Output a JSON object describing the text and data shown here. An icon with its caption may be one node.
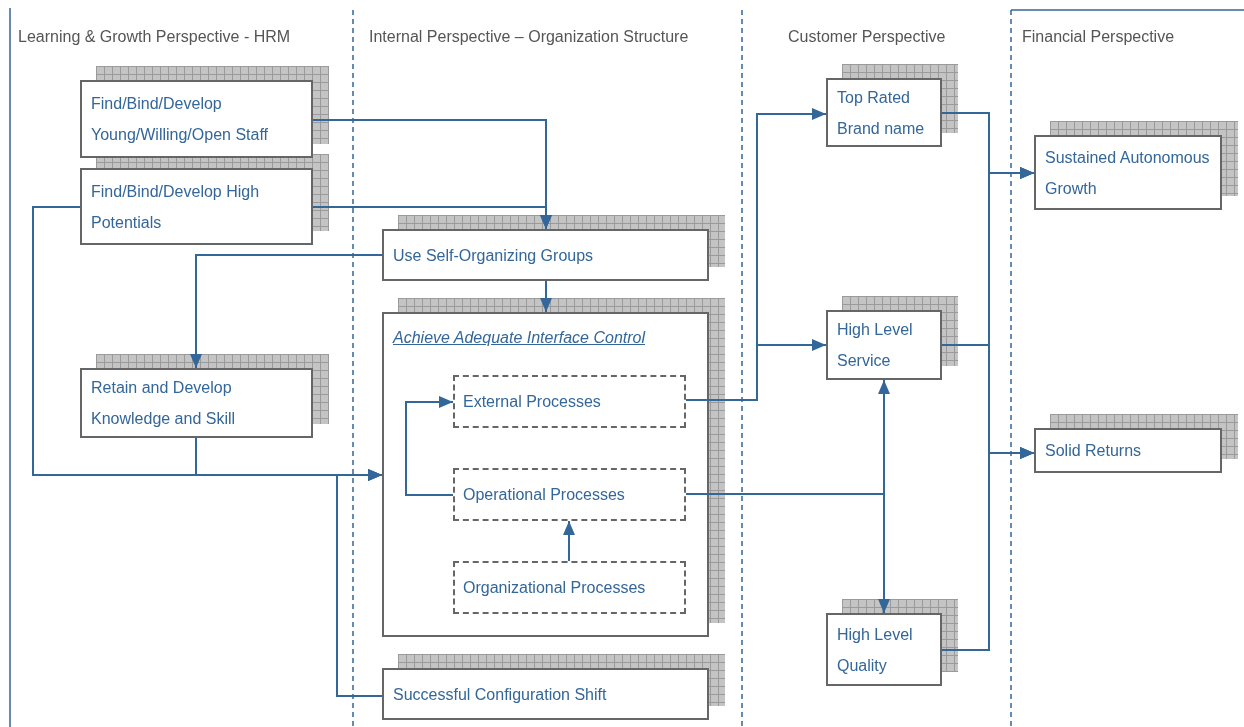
{
  "diagram": {
    "nodes": [
      {
        "text": [
          "Find/Bind/Develop Young/Willing/Open Staff"
        ]
      },
      {
        "text": [
          "Find/Bind/Develop High Potentials"
        ]
      },
      {
        "text": [
          "Use Self-Organizing Groups"
        ]
      },
      {
        "text": [
          "Achieve Adequate Interface Control"
        ]
      },
      {
        "text": [
          "External Processes"
        ],
        "in": 3
      },
      {
        "text": [
          "Operational Processes"
        ],
        "in": 3
      },
      {
        "text": [
          "Organizational Processes"
        ],
        "in": 3
      },
      {
        "text": [
          "Successful Configuration Shift"
        ]
      },
      {
        "text": [
          "Retain and Develop Knowledge and Skill"
        ]
      },
      {
        "text": [
          "Top Rated Brand name"
        ]
      },
      {
        "text": [
          "High Level Service"
        ]
      },
      {
        "text": [
          "High Level Quality"
        ]
      },
      {
        "text": [
          "Sustained Autonomous Growth"
        ]
      },
      {
        "text": [
          "Solid Returns"
        ]
      }
    ],
    "edges": [
      {
        "from": 0,
        "to": 2,
        "arrow": "to"
      },
      {
        "from": 1,
        "to": 2,
        "arrow": "to"
      },
      {
        "from": 1,
        "to": 3,
        "arrow": "to"
      },
      {
        "from": 8,
        "to": 3,
        "arrow": "to"
      },
      {
        "from": 7,
        "to": 3,
        "arrow": "to"
      },
      {
        "from": 2,
        "to": 8,
        "arrow": "to"
      },
      {
        "from": 2,
        "to": 3,
        "arrow": "to"
      },
      {
        "from": 5,
        "to": 4,
        "arrow": "to"
      },
      {
        "from": 6,
        "to": 5,
        "arrow": "to"
      },
      {
        "from": 4,
        "to": 9,
        "arrow": "to"
      },
      {
        "from": 4,
        "to": 10,
        "arrow": "to"
      },
      {
        "from": 5,
        "to": 10,
        "arrow": "to"
      },
      {
        "from": 5,
        "to": 11,
        "arrow": "to"
      },
      {
        "from": 9,
        "to": 12,
        "arrow": "to"
      },
      {
        "from": 9,
        "to": 13,
        "arrow": "to"
      },
      {
        "from": 10,
        "to": 12,
        "arrow": "to"
      },
      {
        "from": 10,
        "to": 13,
        "arrow": "to"
      },
      {
        "from": 11,
        "to": 12,
        "arrow": "to"
      },
      {
        "from": 11,
        "to": 13,
        "arrow": "to"
      }
    ],
    "labels": [
      "Learning & Growth Perspective - HRM",
      "Internal Perspective – Organization Structure",
      "Customer Perspective",
      "Financial Perspective"
    ]
  }
}
